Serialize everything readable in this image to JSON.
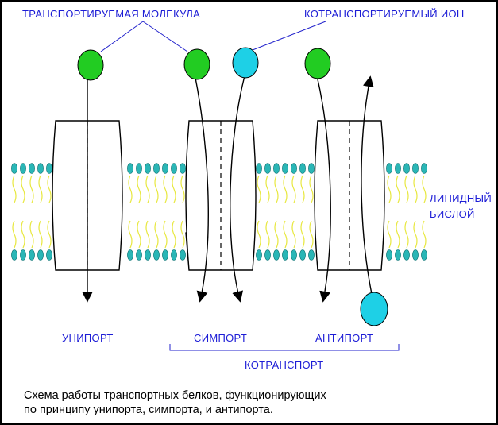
{
  "labels": {
    "transported_molecule": "ТРАНСПОРТИРУЕМАЯ МОЛЕКУЛА",
    "cotransported_ion": "КОТРАНСПОРТИРУЕМЫЙ ИОН",
    "lipid_bilayer_line1": "ЛИПИДНЫЙ",
    "lipid_bilayer_line2": "БИСЛОЙ",
    "uniport": "УНИПОРТ",
    "symport": "СИМПОРТ",
    "antiport": "АНТИПОРТ",
    "cotransport": "КОТРАНСПОРТ"
  },
  "caption": {
    "line1": "Схема работы транспортных белков, функционирующих",
    "line2": "по принципу унипорта, симпорта, и антипорта."
  },
  "colors": {
    "molecule": "#22cc22",
    "ion": "#1ed0e6",
    "label_text": "#1c1cd6",
    "lipid_tail": "#e8e840",
    "lipid_head": "#2ab6b6"
  }
}
